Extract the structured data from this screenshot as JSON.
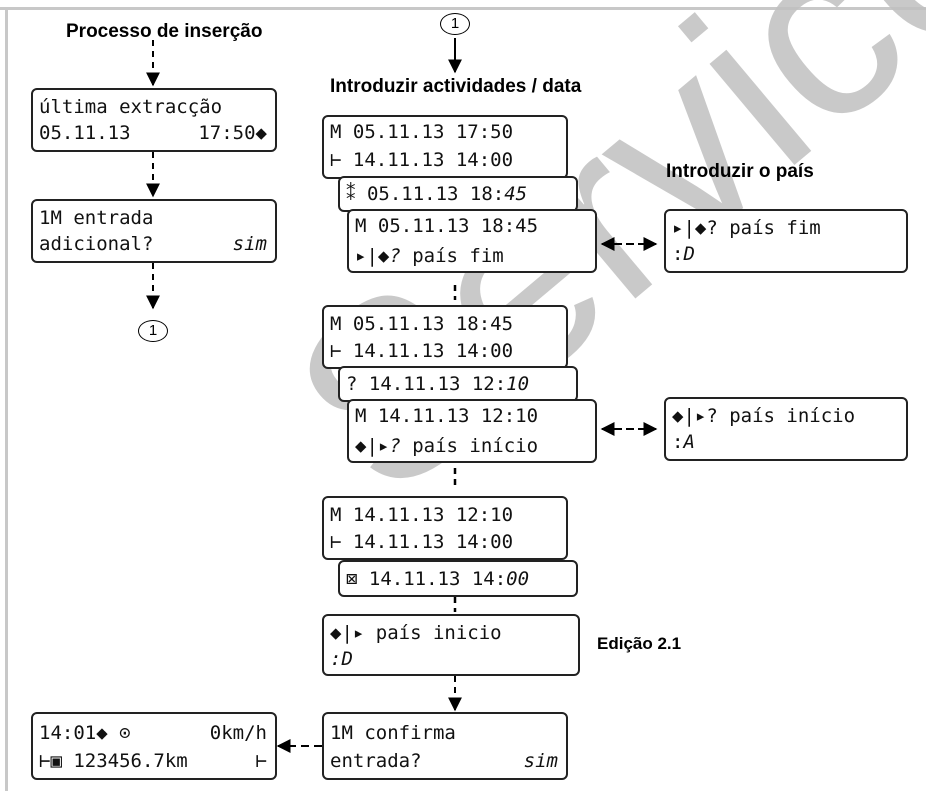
{
  "headings": {
    "insertion_process": "Processo de inserção",
    "enter_activities": "Introduzir actividades / data",
    "enter_country": "Introduzir o país",
    "edition": "Edição 2.1"
  },
  "connector_label": "1",
  "watermark": "Service",
  "left_column": {
    "last_withdrawal": {
      "line1": "última extracção",
      "line2_left": "05.11.13",
      "line2_right": "17:50◆"
    },
    "manual_entry": {
      "line1": "1M entrada",
      "line2_left": "adicional?",
      "line2_right": "sim"
    },
    "standard_display": {
      "line1_left": "14:01◆ ⊙",
      "line1_right": "0km/h",
      "line2_left": "⊢▣ 123456.7km",
      "line2_right": "⊢"
    }
  },
  "center_column": {
    "block1_card": {
      "line1": "M 05.11.13 17:50",
      "line2_symbol": "⊢",
      "line2": " 14.11.13 14:00"
    },
    "block1_activity": {
      "symbol": "⁑",
      "text": " 05.11.13 18:",
      "italic": "45"
    },
    "block1_country": {
      "line1": "M 05.11.13 18:45",
      "line2_symbol": "▸|◆",
      "line2_q": "?",
      "line2": " país fim"
    },
    "block2_card": {
      "line1": "M 05.11.13 18:45",
      "line2_symbol": "⊢",
      "line2": " 14.11.13 14:00"
    },
    "block2_activity": {
      "symbol": "?",
      "text": " 14.11.13 12:",
      "italic": "10"
    },
    "block2_country": {
      "line1": "M 14.11.13 12:10",
      "line2_symbol": "◆|▸",
      "line2_q": "?",
      "line2": " país início"
    },
    "block3_card": {
      "line1": "M 14.11.13 12:10",
      "line2_symbol": "⊢",
      "line2": " 14.11.13 14:00"
    },
    "block3_activity": {
      "symbol": "⊠",
      "text": " 14.11.13 14:",
      "italic": "00"
    },
    "country_start": {
      "line1": "◆|▸ país inicio",
      "line2_colon": ":",
      "line2_value": "D"
    },
    "confirm": {
      "line1": "1M confirma",
      "line2_left": "entrada?",
      "line2_right": "sim"
    }
  },
  "right_column": {
    "country_end": {
      "line1": "▸|◆? país fim",
      "line2_colon": ":",
      "line2_value": "D"
    },
    "country_begin": {
      "line1": "◆|▸? país início",
      "line2_colon": ":",
      "line2_value": "A"
    }
  }
}
